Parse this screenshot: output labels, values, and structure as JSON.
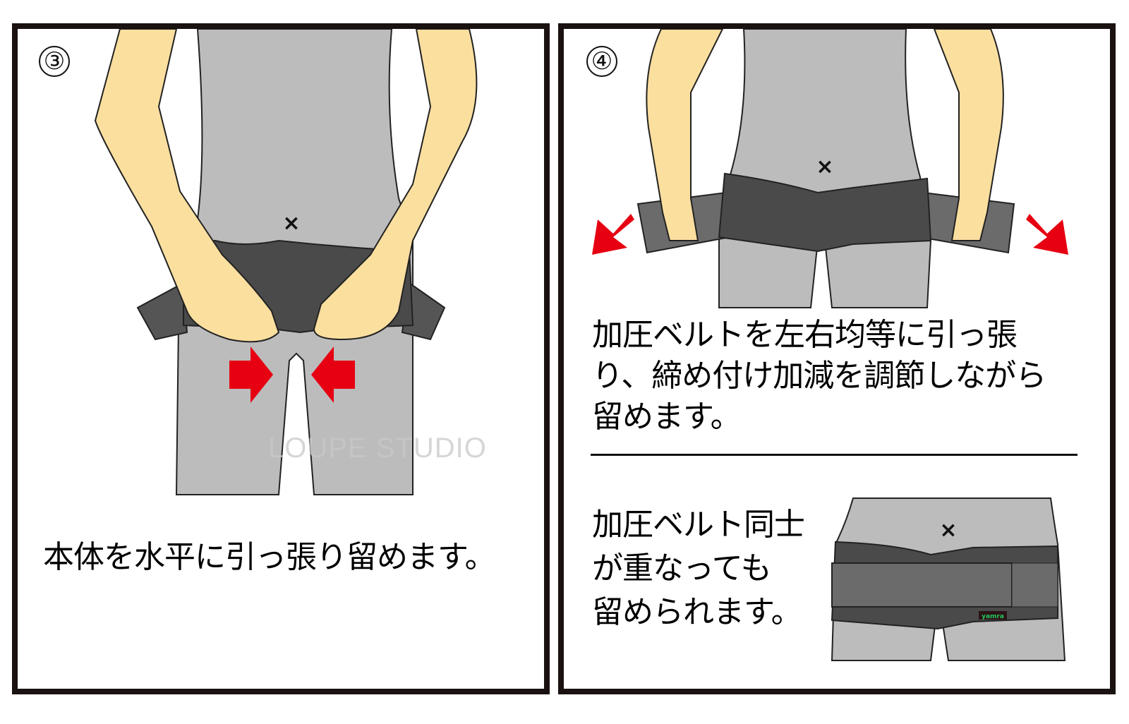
{
  "panels": [
    {
      "step": "③",
      "caption": "本体を水平に引っ張り留めます。",
      "watermark": "LOUPE STUDIO",
      "navel_mark": "×",
      "arrows": "inward",
      "colors": {
        "skin": "#fbdf9f",
        "body": "#bcbcbc",
        "belt": "#4a4a4a",
        "arrow": "#e60012"
      }
    },
    {
      "step": "④",
      "caption": "加圧ベルトを左右均等に引っ張り、締め付け加減を調節しながら留めます。",
      "caption_lines": [
        "加圧ベルトを左右均等に引っ張",
        "り、締め付け加減を調節しながら",
        "留めます。"
      ],
      "navel_mark": "×",
      "arrows": "outward",
      "note_lines": [
        "加圧ベルト同士",
        "が重なっても",
        "留められます。"
      ],
      "note_navel_mark": "×",
      "brand_label": "yamra",
      "colors": {
        "skin": "#fbdf9f",
        "body": "#bcbcbc",
        "belt": "#4a4a4a",
        "strap": "#6b6b6b",
        "arrow": "#e60012",
        "brand": "#22c55e"
      }
    }
  ]
}
